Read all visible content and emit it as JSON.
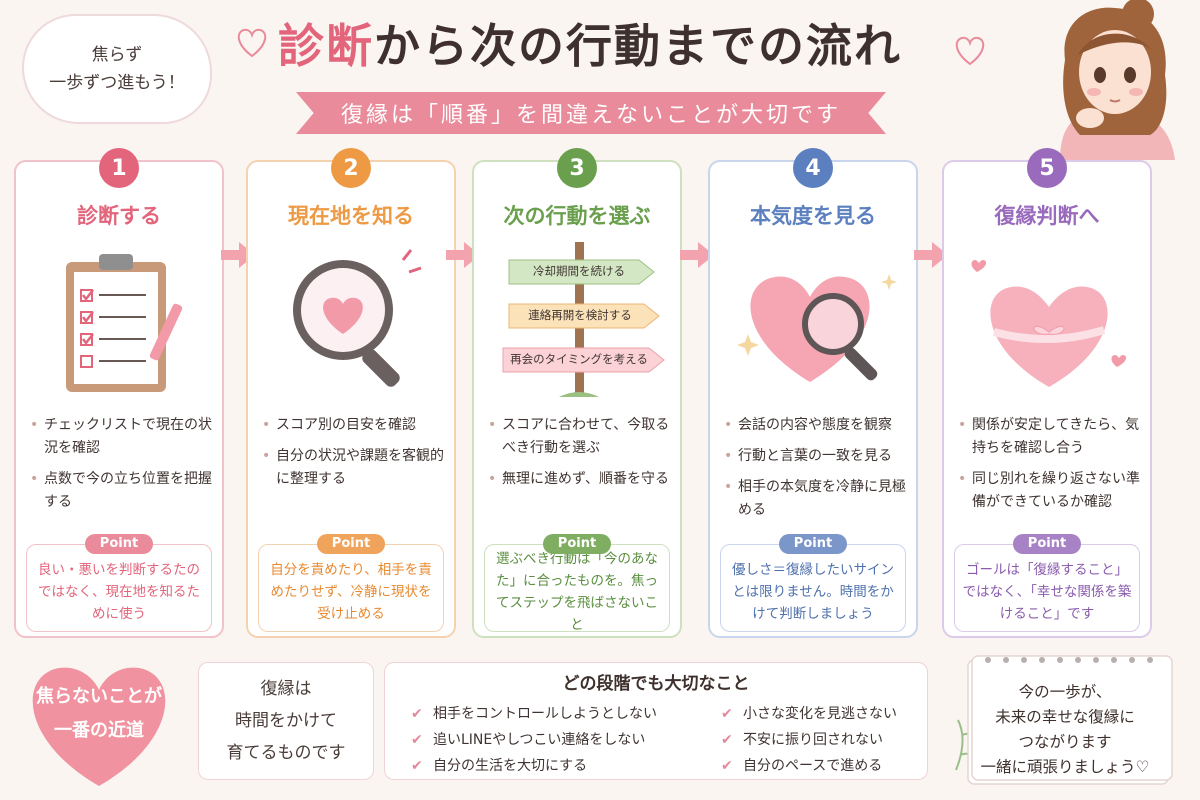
{
  "header": {
    "cloud_lines": [
      "焦らず",
      "一歩ずつ進もう！"
    ],
    "title_accent": "診断",
    "title_rest": "から次の行動までの流れ",
    "subtitle": "復縁は「順番」を間違えないことが大切です"
  },
  "steps": [
    {
      "num": "1",
      "title": "診断する",
      "color": "#e2657c",
      "bullets": [
        "チェックリストで現在の状況を確認",
        "点数で今の立ち位置を把握する"
      ],
      "point_label": "Point",
      "point": "良い・悪いを判断するたのではなく、現在地を知るために使う"
    },
    {
      "num": "2",
      "title": "現在地を知る",
      "color": "#ee9a45",
      "bullets": [
        "スコア別の目安を確認",
        "自分の状況や課題を客観的に整理する"
      ],
      "point_label": "Point",
      "point": "自分を責めたり、相手を責めたりせず、冷静に現状を受け止める"
    },
    {
      "num": "3",
      "title": "次の行動を選ぶ",
      "color": "#6aa04d",
      "bullets": [
        "スコアに合わせて、今取るべき行動を選ぶ",
        "無理に進めず、順番を守る"
      ],
      "signs": [
        "冷却期間を続ける",
        "連絡再開を検討する",
        "再会のタイミングを考える"
      ],
      "point_label": "Point",
      "point": "選ぶべき行動は「今のあなた」に合ったものを。焦ってステップを飛ばさないこと"
    },
    {
      "num": "4",
      "title": "本気度を見る",
      "color": "#5b7fbf",
      "bullets": [
        "会話の内容や態度を観察",
        "行動と言葉の一致を見る",
        "相手の本気度を冷静に見極める"
      ],
      "point_label": "Point",
      "point": "優しさ＝復縁したいサインとは限りません。時間をかけて判断しましょう"
    },
    {
      "num": "5",
      "title": "復縁判断へ",
      "color": "#9a6bbd",
      "bullets": [
        "関係が安定してきたら、気持ちを確認し合う",
        "同じ別れを繰り返さない準備ができているか確認"
      ],
      "point_label": "Point",
      "point": "ゴールは「復縁すること」ではなく、「幸せな関係を築けること」です"
    }
  ],
  "bottom": {
    "heart_lines": [
      "焦らないことが",
      "一番の近道"
    ],
    "grow_lines": [
      "復縁は",
      "時間をかけて",
      "育てるものです"
    ],
    "tips_title": "どの段階でも大切なこと",
    "tips_left": [
      "相手をコントロールしようとしない",
      "追いLINEやしつこい連絡をしない",
      "自分の生活を大切にする"
    ],
    "tips_right": [
      "小さな変化を見逃さない",
      "不安に振り回されない",
      "自分のペースで進める"
    ],
    "calendar_lines": [
      "今の一歩が、",
      "未来の幸せな復縁に",
      "つながります",
      "一緒に頑張りましょう♡"
    ]
  }
}
